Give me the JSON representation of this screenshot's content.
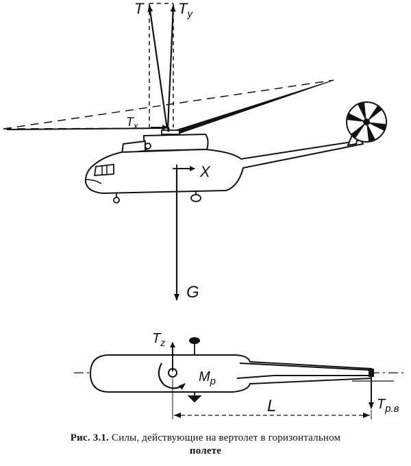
{
  "labels": {
    "T": "T",
    "Ty": "T",
    "Ty_sub": "y",
    "Tx": "T",
    "Tx_sub": "x",
    "X": "X",
    "G": "G",
    "Tz": "T",
    "Tz_sub": "z",
    "Mp": "M",
    "Mp_sub": "p",
    "L": "L",
    "Trv": "T",
    "Trv_sub": "p.в"
  },
  "caption": {
    "number": "Рис. 3.1.",
    "text": "Силы, действующие на вертолет в горизонтальном",
    "line2": "полете"
  }
}
